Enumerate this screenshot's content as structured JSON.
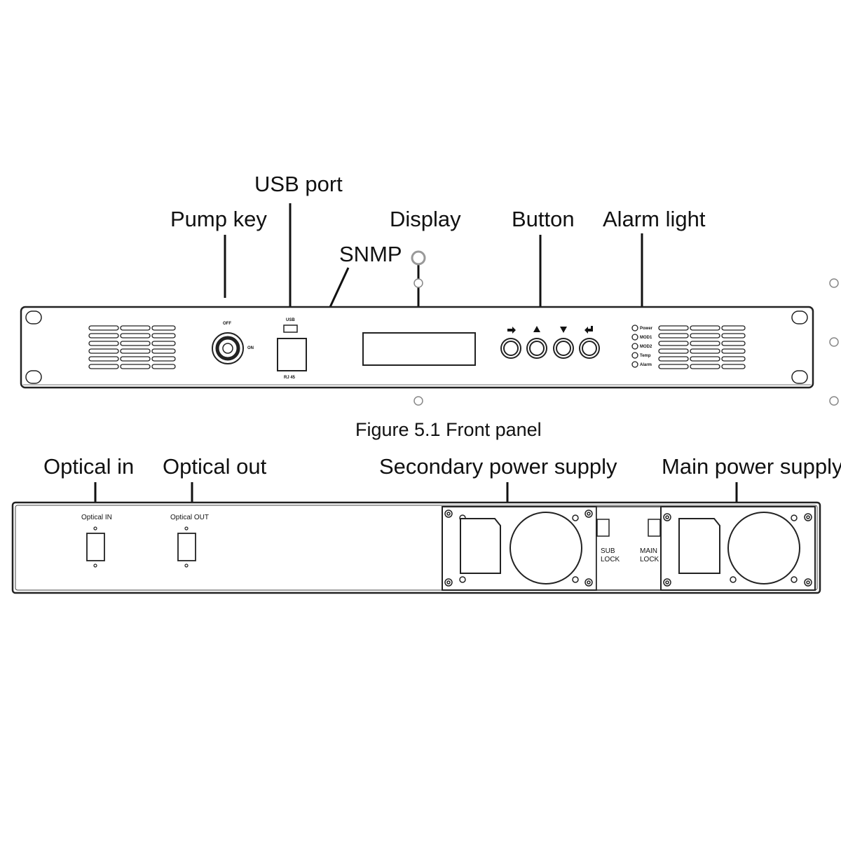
{
  "callouts": {
    "usb_port": "USB port",
    "pump_key": "Pump key",
    "display": "Display",
    "button": "Button",
    "alarm_light": "Alarm light",
    "snmp": "SNMP",
    "optical_in": "Optical in",
    "optical_out": "Optical out",
    "secondary_power_supply": "Secondary power supply",
    "main_power_supply": "Main power supply"
  },
  "caption": "Figure 5.1 Front panel",
  "front_panel": {
    "key_off": "OFF",
    "key_on": "ON",
    "usb": "USB",
    "rj45": "RJ 45",
    "leds": [
      "Power",
      "MOD1",
      "MOD2",
      "Temp",
      "Alarm"
    ],
    "button_icons": [
      "back-arrow-icon",
      "up-arrow-icon",
      "down-arrow-icon",
      "enter-arrow-icon"
    ]
  },
  "rear_panel": {
    "optical_in_label": "Optical IN",
    "optical_out_label": "Optical OUT",
    "sub_lock": [
      "SUB",
      "LOCK"
    ],
    "main_lock": [
      "MAIN",
      "LOCK"
    ]
  }
}
